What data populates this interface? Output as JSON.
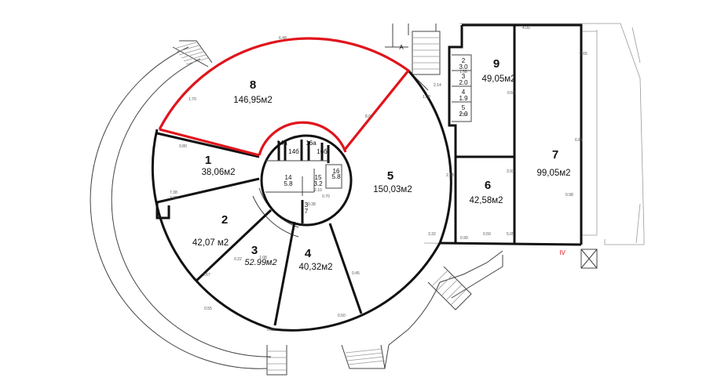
{
  "rooms": [
    {
      "id": "1",
      "number": "1",
      "area": "38,06м2"
    },
    {
      "id": "2",
      "number": "2",
      "area": "42,07 м2"
    },
    {
      "id": "3",
      "number": "3",
      "area": "52.99м2"
    },
    {
      "id": "4",
      "number": "4",
      "area": "40,32м2"
    },
    {
      "id": "5",
      "number": "5",
      "area": "150,03м2"
    },
    {
      "id": "6",
      "number": "6",
      "area": "42,58м2"
    },
    {
      "id": "7",
      "number": "7",
      "area": "99,05м2"
    },
    {
      "id": "8",
      "number": "8",
      "area": "146,95м2"
    },
    {
      "id": "9",
      "number": "9",
      "area": "49,05м2"
    }
  ],
  "small_rooms": [
    {
      "number": "14а"
    },
    {
      "number": "14б"
    },
    {
      "number": "16а"
    },
    {
      "number": "16б"
    },
    {
      "number": "14",
      "area": "5.8"
    },
    {
      "number": "15",
      "area": "3.2"
    },
    {
      "number": "16",
      "area": "5.8"
    },
    {
      "number": "3",
      "area": "7"
    }
  ],
  "stack_rooms": [
    {
      "number": "2",
      "area": "3.0"
    },
    {
      "number": "3",
      "area": "2.0"
    },
    {
      "number": "4",
      "area": "1.9"
    },
    {
      "number": "5",
      "area": "2.0"
    }
  ],
  "markers": {
    "axis_a": "А",
    "axis_iv": "IV"
  },
  "dimensions": [
    "6.48",
    "0.80",
    "4.05",
    "2.14",
    "8.01",
    "1.58",
    "2.53",
    "0.50",
    "0.23",
    "2.10",
    "1.70",
    "0.55",
    "0.90",
    "7.39",
    "7.38",
    "0.67",
    "0.22",
    "0.50",
    "0.60",
    "0.98",
    "3.93",
    "5.05",
    "2.58",
    "0.65",
    "6.66",
    "3.32",
    "1.08",
    "0.45",
    "0.38",
    "0.70",
    "1.38"
  ],
  "colors": {
    "highlight": "#e0141b",
    "wall": "#111111"
  }
}
